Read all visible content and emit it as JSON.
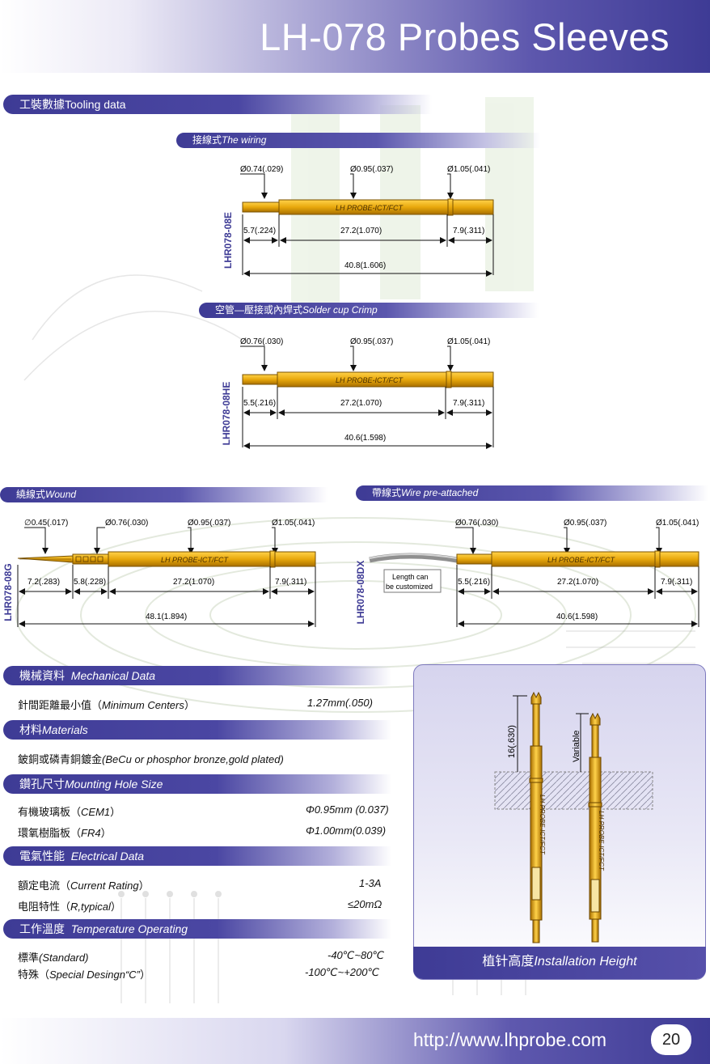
{
  "page": {
    "title": "LH-078 Probes Sleeves",
    "url": "http://www.lhprobe.com",
    "page_number": "20"
  },
  "colors": {
    "brand": "#3e3b95",
    "gold": "#e8a80c",
    "gold_dark": "#a86f00"
  },
  "tooling": {
    "heading_cn": "工裝數據",
    "heading_en": "Tooling data",
    "probe_text": "LH PROBE-ICT/FCT",
    "wiring": {
      "heading_cn": "接線式",
      "heading_en": "The wiring",
      "model": "LHR078-08E",
      "d_tail": "Ø0.74(.029)",
      "d_body": "Ø0.95(.037)",
      "d_head": "Ø1.05(.041)",
      "dim_tail": "5.7(.224)",
      "dim_body": "27.2(1.070)",
      "dim_head": "7.9(.311)",
      "dim_total": "40.8(1.606)"
    },
    "solder": {
      "heading_cn": "空管—壓接或內焊式",
      "heading_en": "Solder cup Crimp",
      "model": "LHR078-08HE",
      "d_tail": "Ø0.76(.030)",
      "d_body": "Ø0.95(.037)",
      "d_head": "Ø1.05(.041)",
      "dim_tail": "5.5(.216)",
      "dim_body": "27.2(1.070)",
      "dim_head": "7.9(.311)",
      "dim_total": "40.6(1.598)"
    },
    "wound": {
      "heading_cn": "繞線式",
      "heading_en": "Wound",
      "model": "LHR078-08G",
      "d_wrap": "∅0.45(.017)",
      "d_tail": "Ø0.76(.030)",
      "d_body": "Ø0.95(.037)",
      "d_head": "Ø1.05(.041)",
      "dim_wrap": "7.2(.283)",
      "dim_tail": "5.8(.228)",
      "dim_body": "27.2(1.070)",
      "dim_head": "7.9(.311)",
      "dim_total": "48.1(1.894)"
    },
    "wire": {
      "heading_cn": "帶線式",
      "heading_en": "Wire pre-attached",
      "model": "LHR078-08DX",
      "note_line1": "Length can",
      "note_line2": "be customized",
      "d_tail": "Ø0.76(.030)",
      "d_body": "Ø0.95(.037)",
      "d_head": "Ø1.05(.041)",
      "dim_tail": "5.5(.216)",
      "dim_body": "27.2(1.070)",
      "dim_head": "7.9(.311)",
      "dim_total": "40.6(1.598)"
    }
  },
  "mechanical": {
    "heading_cn": "機械資料",
    "heading_en": "Mechanical Data",
    "label_cn": "針間距離最小值（",
    "label_en": "Minimum Centers",
    "label_close": "）",
    "value": "1.27mm(.050)"
  },
  "materials": {
    "heading_cn": "材料",
    "heading_en": "Materials",
    "text_cn": "鈹銅或磷青銅鍍金",
    "text_en": "(BeCu or phosphor bronze,gold plated)"
  },
  "mounting": {
    "heading_cn": "鑽孔尺寸",
    "heading_en": "Mounting Hole Size",
    "rows": [
      {
        "label_cn": "有機玻璃板（",
        "label_en": "CEM1",
        "label_close": "）",
        "value": "Φ0.95mm (0.037)"
      },
      {
        "label_cn": "環氧樹脂板（",
        "label_en": "FR4",
        "label_close": "）",
        "value": "Φ1.00mm(0.039)"
      }
    ]
  },
  "electrical": {
    "heading_cn": "電氣性能",
    "heading_en": "Electrical Data",
    "rows": [
      {
        "label_cn": "額定电流（",
        "label_en": "Current Rating",
        "label_close": "）",
        "value": "1-3A"
      },
      {
        "label_cn": "电阻特性（",
        "label_en": "R,typical",
        "label_close": "）",
        "value": "≤20mΩ"
      }
    ]
  },
  "temperature": {
    "heading_cn": "工作溫度",
    "heading_en": "Temperature Operating",
    "rows": [
      {
        "label_cn": "標準",
        "label_en": "(Standard)",
        "label_close": "",
        "value": "-40℃~80℃"
      },
      {
        "label_cn": "特殊（",
        "label_en": "Special Desingn“C”",
        "label_close": "）",
        "value": "-100℃~+200℃"
      }
    ]
  },
  "installation": {
    "caption_cn": "植针高度",
    "caption_en": "Installation Height",
    "height_label": "16(.630)",
    "variable_label": "Variable",
    "probe_text": "LH PROBE-ICT/FCT"
  }
}
